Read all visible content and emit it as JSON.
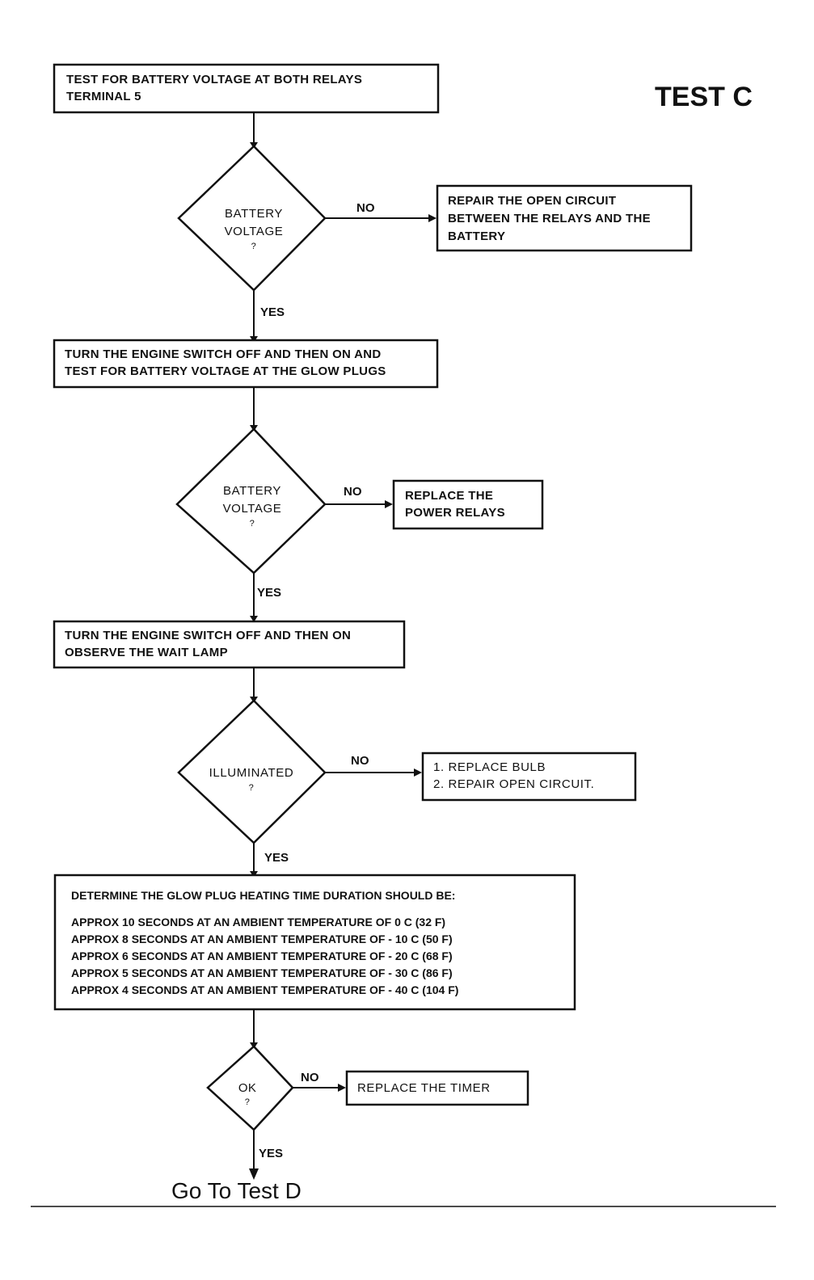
{
  "heading": "TEST C",
  "boxes": {
    "relay_test": [
      "TEST FOR BATTERY VOLTAGE AT BOTH RELAYS",
      "TERMINAL 5"
    ],
    "glow_plug_test": [
      "TURN THE ENGINE SWITCH OFF AND THEN ON AND",
      "TEST FOR BATTERY VOLTAGE AT THE GLOW PLUGS"
    ],
    "wait_lamp": [
      "TURN THE ENGINE SWITCH OFF AND THEN ON",
      "OBSERVE THE WAIT LAMP"
    ],
    "repair_open": [
      "REPAIR THE OPEN CIRCUIT",
      "BETWEEN THE RELAYS AND THE",
      "BATTERY"
    ],
    "replace_relays": [
      "REPLACE THE",
      "POWER RELAYS"
    ],
    "bulb_circuit": [
      "1. REPLACE BULB",
      "2. REPAIR OPEN CIRCUIT."
    ],
    "replace_timer": "REPLACE THE TIMER",
    "heating_time": {
      "title": "DETERMINE THE GLOW PLUG HEATING TIME DURATION  SHOULD BE:",
      "rows": [
        "APPROX  10 SECONDS AT AN AMBIENT TEMPERATURE OF 0 C (32 F)",
        "APPROX  8 SECONDS AT AN AMBIENT TEMPERATURE OF  - 10 C (50 F)",
        "APPROX  6 SECONDS AT AN AMBIENT TEMPERATURE OF  - 20 C (68 F)",
        "APPROX  5 SECONDS AT AN AMBIENT TEMPERATURE OF  - 30 C (86 F)",
        "APPROX  4 SECONDS AT AN AMBIENT TEMPERATURE OF  - 40 C (104 F)"
      ]
    }
  },
  "decisions": {
    "d1": [
      "BATTERY",
      "VOLTAGE",
      "?"
    ],
    "d2": [
      "BATTERY",
      "VOLTAGE",
      "?"
    ],
    "d3": [
      "ILLUMINATED",
      "?"
    ],
    "d4": [
      "OK",
      "?"
    ]
  },
  "branch_labels": {
    "d1_no": "NO",
    "d1_yes": "YES",
    "d2_no": "NO",
    "d2_yes": "YES",
    "d3_no": "NO",
    "d3_yes": "YES",
    "d4_no": "NO",
    "d4_yes": "YES"
  },
  "footer": "Go To Test D"
}
